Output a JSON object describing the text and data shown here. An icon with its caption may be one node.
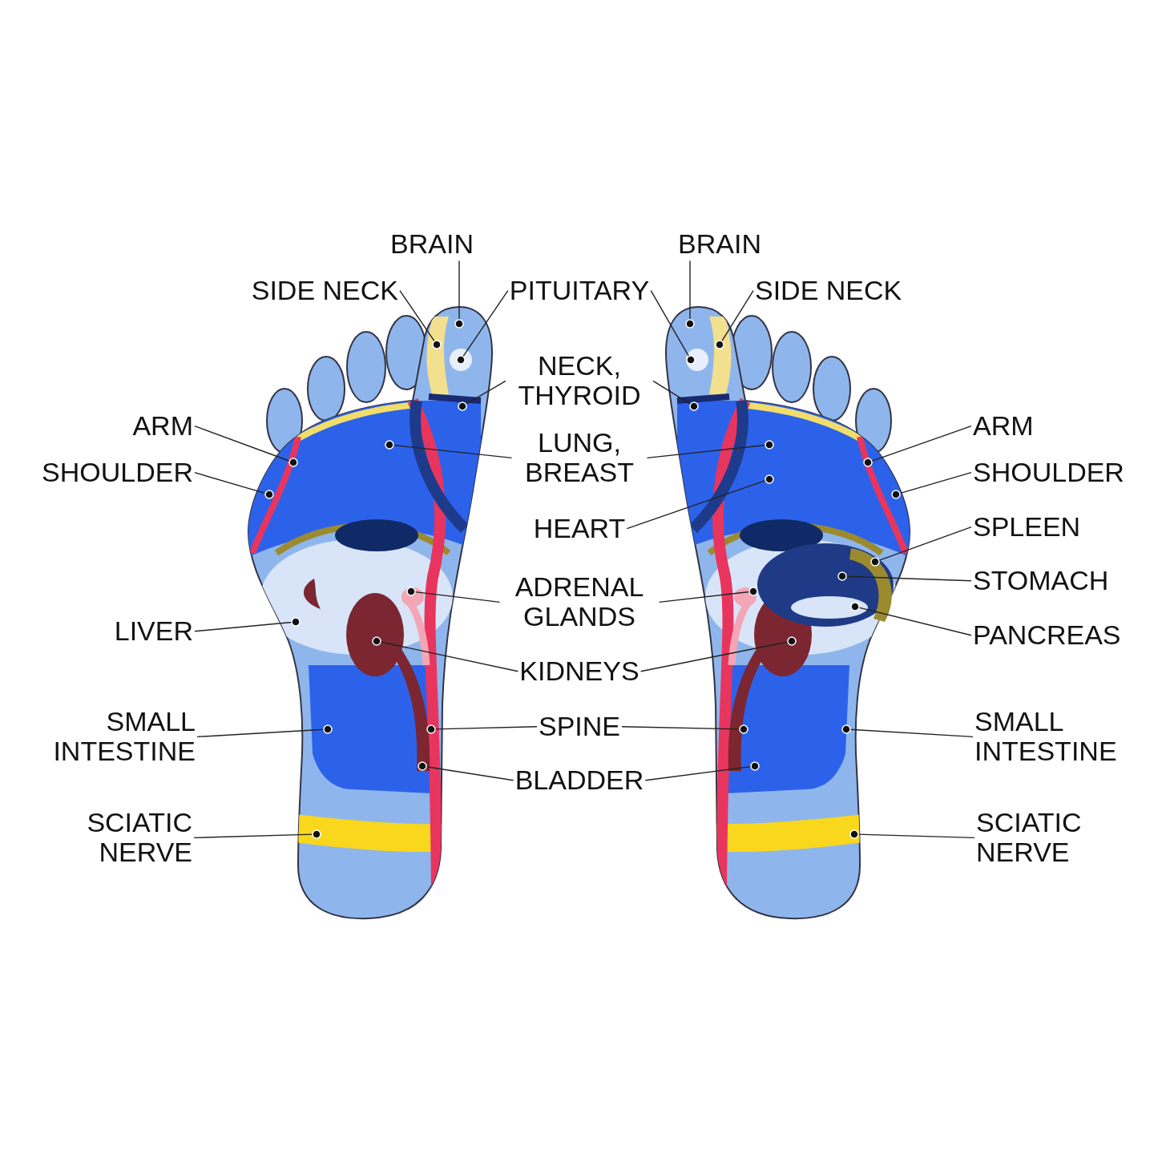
{
  "diagram": {
    "nodes": [
      {
        "text": [
          "BRAIN"
        ]
      },
      {
        "text": [
          "BRAIN"
        ]
      },
      {
        "text": [
          "SIDE NECK"
        ]
      },
      {
        "text": [
          "PITUITARY"
        ]
      },
      {
        "text": [
          "SIDE NECK"
        ]
      },
      {
        "text": [
          "NECK, THYROID"
        ]
      },
      {
        "text": [
          "ARM"
        ]
      },
      {
        "text": [
          "ARM"
        ]
      },
      {
        "text": [
          "LUNG, BREAST"
        ]
      },
      {
        "text": [
          "SHOULDER"
        ]
      },
      {
        "text": [
          "SHOULDER"
        ]
      },
      {
        "text": [
          "HEART"
        ]
      },
      {
        "text": [
          "SPLEEN"
        ]
      },
      {
        "text": [
          "STOMACH"
        ]
      },
      {
        "text": [
          "ADRENAL GLANDS"
        ]
      },
      {
        "text": [
          "LIVER"
        ]
      },
      {
        "text": [
          "PANCREAS"
        ]
      },
      {
        "text": [
          "KIDNEYS"
        ]
      },
      {
        "text": [
          "SMALL INTESTINE"
        ]
      },
      {
        "text": [
          "SPINE"
        ]
      },
      {
        "text": [
          "SMALL INTESTINE"
        ]
      },
      {
        "text": [
          "BLADDER"
        ]
      },
      {
        "text": [
          "SCIATIC NERVE"
        ]
      },
      {
        "text": [
          "SCIATIC NERVE"
        ]
      },
      {
        "text": [],
        "shape": "circle"
      },
      {
        "text": [],
        "shape": "circle"
      },
      {
        "text": [],
        "shape": "circle"
      },
      {
        "text": [],
        "shape": "circle"
      },
      {
        "text": [],
        "shape": "circle"
      },
      {
        "text": [],
        "shape": "circle"
      },
      {
        "text": [],
        "shape": "circle"
      },
      {
        "text": [],
        "shape": "circle"
      },
      {
        "text": [],
        "shape": "circle"
      },
      {
        "text": [],
        "shape": "circle"
      },
      {
        "text": [],
        "shape": "circle"
      },
      {
        "text": [],
        "shape": "circle"
      },
      {
        "text": [],
        "shape": "circle"
      },
      {
        "text": [],
        "shape": "circle"
      },
      {
        "text": [],
        "shape": "circle"
      },
      {
        "text": [],
        "shape": "circle"
      },
      {
        "text": [],
        "shape": "circle"
      },
      {
        "text": [],
        "shape": "circle"
      },
      {
        "text": [],
        "shape": "circle"
      },
      {
        "text": [],
        "shape": "circle"
      },
      {
        "text": [],
        "shape": "circle"
      },
      {
        "text": [],
        "shape": "circle"
      },
      {
        "text": [],
        "shape": "circle"
      },
      {
        "text": [],
        "shape": "circle"
      },
      {
        "text": [],
        "shape": "circle"
      },
      {
        "text": [],
        "shape": "circle"
      },
      {
        "text": [],
        "shape": "circle"
      },
      {
        "text": [],
        "shape": "circle"
      },
      {
        "text": [],
        "shape": "circle"
      },
      {
        "text": [],
        "shape": "circle"
      },
      {
        "text": [],
        "shape": "circle"
      }
    ],
    "edges": [
      {
        "from": 0,
        "to": 24,
        "arrow": "none"
      },
      {
        "from": 1,
        "to": 25,
        "arrow": "none"
      },
      {
        "from": 2,
        "to": 26,
        "arrow": "none"
      },
      {
        "from": 3,
        "to": 27,
        "arrow": "none"
      },
      {
        "from": 3,
        "to": 28,
        "arrow": "none"
      },
      {
        "from": 4,
        "to": 29,
        "arrow": "none"
      },
      {
        "from": 5,
        "to": 30,
        "arrow": "none"
      },
      {
        "from": 5,
        "to": 31,
        "arrow": "none"
      },
      {
        "from": 6,
        "to": 32,
        "arrow": "none"
      },
      {
        "from": 7,
        "to": 33,
        "arrow": "none"
      },
      {
        "from": 8,
        "to": 34,
        "arrow": "none"
      },
      {
        "from": 8,
        "to": 35,
        "arrow": "none"
      },
      {
        "from": 9,
        "to": 36,
        "arrow": "none"
      },
      {
        "from": 10,
        "to": 37,
        "arrow": "none"
      },
      {
        "from": 11,
        "to": 38,
        "arrow": "none"
      },
      {
        "from": 12,
        "to": 39,
        "arrow": "none"
      },
      {
        "from": 13,
        "to": 40,
        "arrow": "none"
      },
      {
        "from": 14,
        "to": 41,
        "arrow": "none"
      },
      {
        "from": 14,
        "to": 42,
        "arrow": "none"
      },
      {
        "from": 15,
        "to": 43,
        "arrow": "none"
      },
      {
        "from": 16,
        "to": 44,
        "arrow": "none"
      },
      {
        "from": 17,
        "to": 45,
        "arrow": "none"
      },
      {
        "from": 17,
        "to": 46,
        "arrow": "none"
      },
      {
        "from": 18,
        "to": 47,
        "arrow": "none"
      },
      {
        "from": 19,
        "to": 48,
        "arrow": "none"
      },
      {
        "from": 19,
        "to": 49,
        "arrow": "none"
      },
      {
        "from": 20,
        "to": 50,
        "arrow": "none"
      },
      {
        "from": 21,
        "to": 51,
        "arrow": "none"
      },
      {
        "from": 21,
        "to": 52,
        "arrow": "none"
      },
      {
        "from": 22,
        "to": 53,
        "arrow": "none"
      },
      {
        "from": 23,
        "to": 54,
        "arrow": "none"
      }
    ]
  }
}
